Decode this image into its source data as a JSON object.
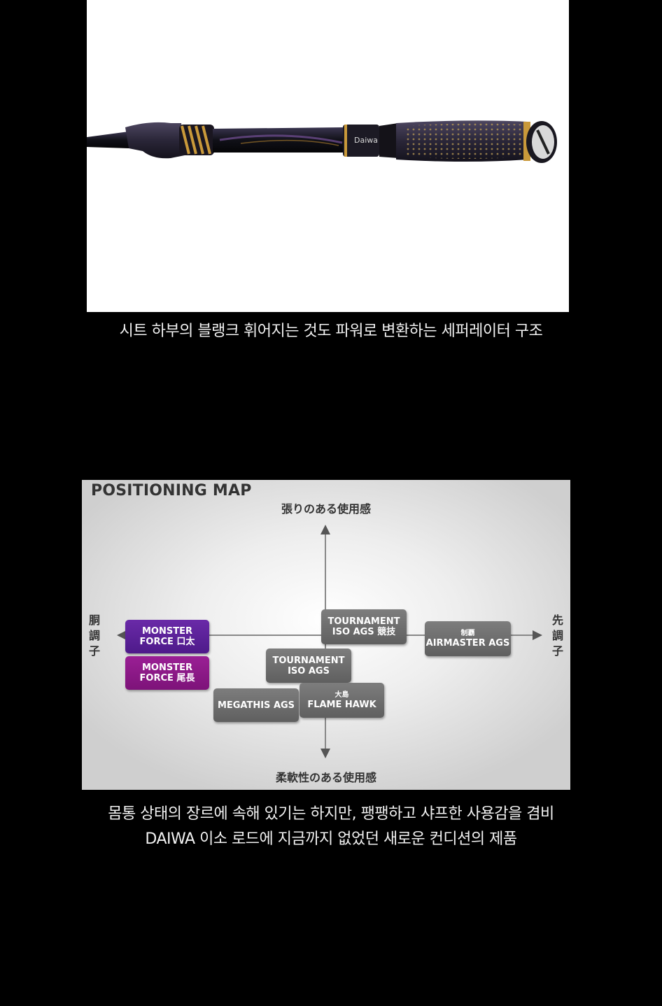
{
  "photo": {
    "subject": "rod-grip-photo",
    "colors": {
      "blank": "#1a1a22",
      "accent_gold": "#b8862f",
      "accent_purple": "#6a4a8a"
    }
  },
  "caption_top": "시트 하부의 블랭크 휘어지는 것도 파워로 변환하는 세퍼레이터 구조",
  "positioning_map": {
    "title": "POSITIONING MAP",
    "axis_top": "張りのある使用感",
    "axis_bottom": "柔軟性のある使用感",
    "axis_left": [
      "胴",
      "調",
      "子"
    ],
    "axis_right": [
      "先",
      "調",
      "子"
    ],
    "items": {
      "monster_force_1": {
        "line1": "MONSTER",
        "line2": "FORCE 口太"
      },
      "monster_force_2": {
        "line1": "MONSTER",
        "line2": "FORCE 尾長"
      },
      "tournament_iso_kyogi": {
        "line1": "TOURNAMENT",
        "line2": "ISO AGS 競技"
      },
      "airmaster": {
        "sub": "制覇",
        "line1": "AIRMASTER AGS"
      },
      "tournament_iso": {
        "line1": "TOURNAMENT",
        "line2": "ISO AGS"
      },
      "megathis": {
        "line1": "MEGATHIS AGS"
      },
      "flame_hawk": {
        "sub": "大島",
        "line1": "FLAME HAWK"
      }
    },
    "colors": {
      "gray_box": "#6e6e6e",
      "purple_box": "#5a2099",
      "magenta_box": "#8c1887",
      "axis": "#888888"
    }
  },
  "caption_bottom": {
    "line1": "몸통 상태의 장르에 속해 있기는 하지만, 팽팽하고 샤프한 사용감을 겸비",
    "line2": "DAIWA 이소 로드에 지금까지 없었던 새로운 컨디션의 제품"
  }
}
